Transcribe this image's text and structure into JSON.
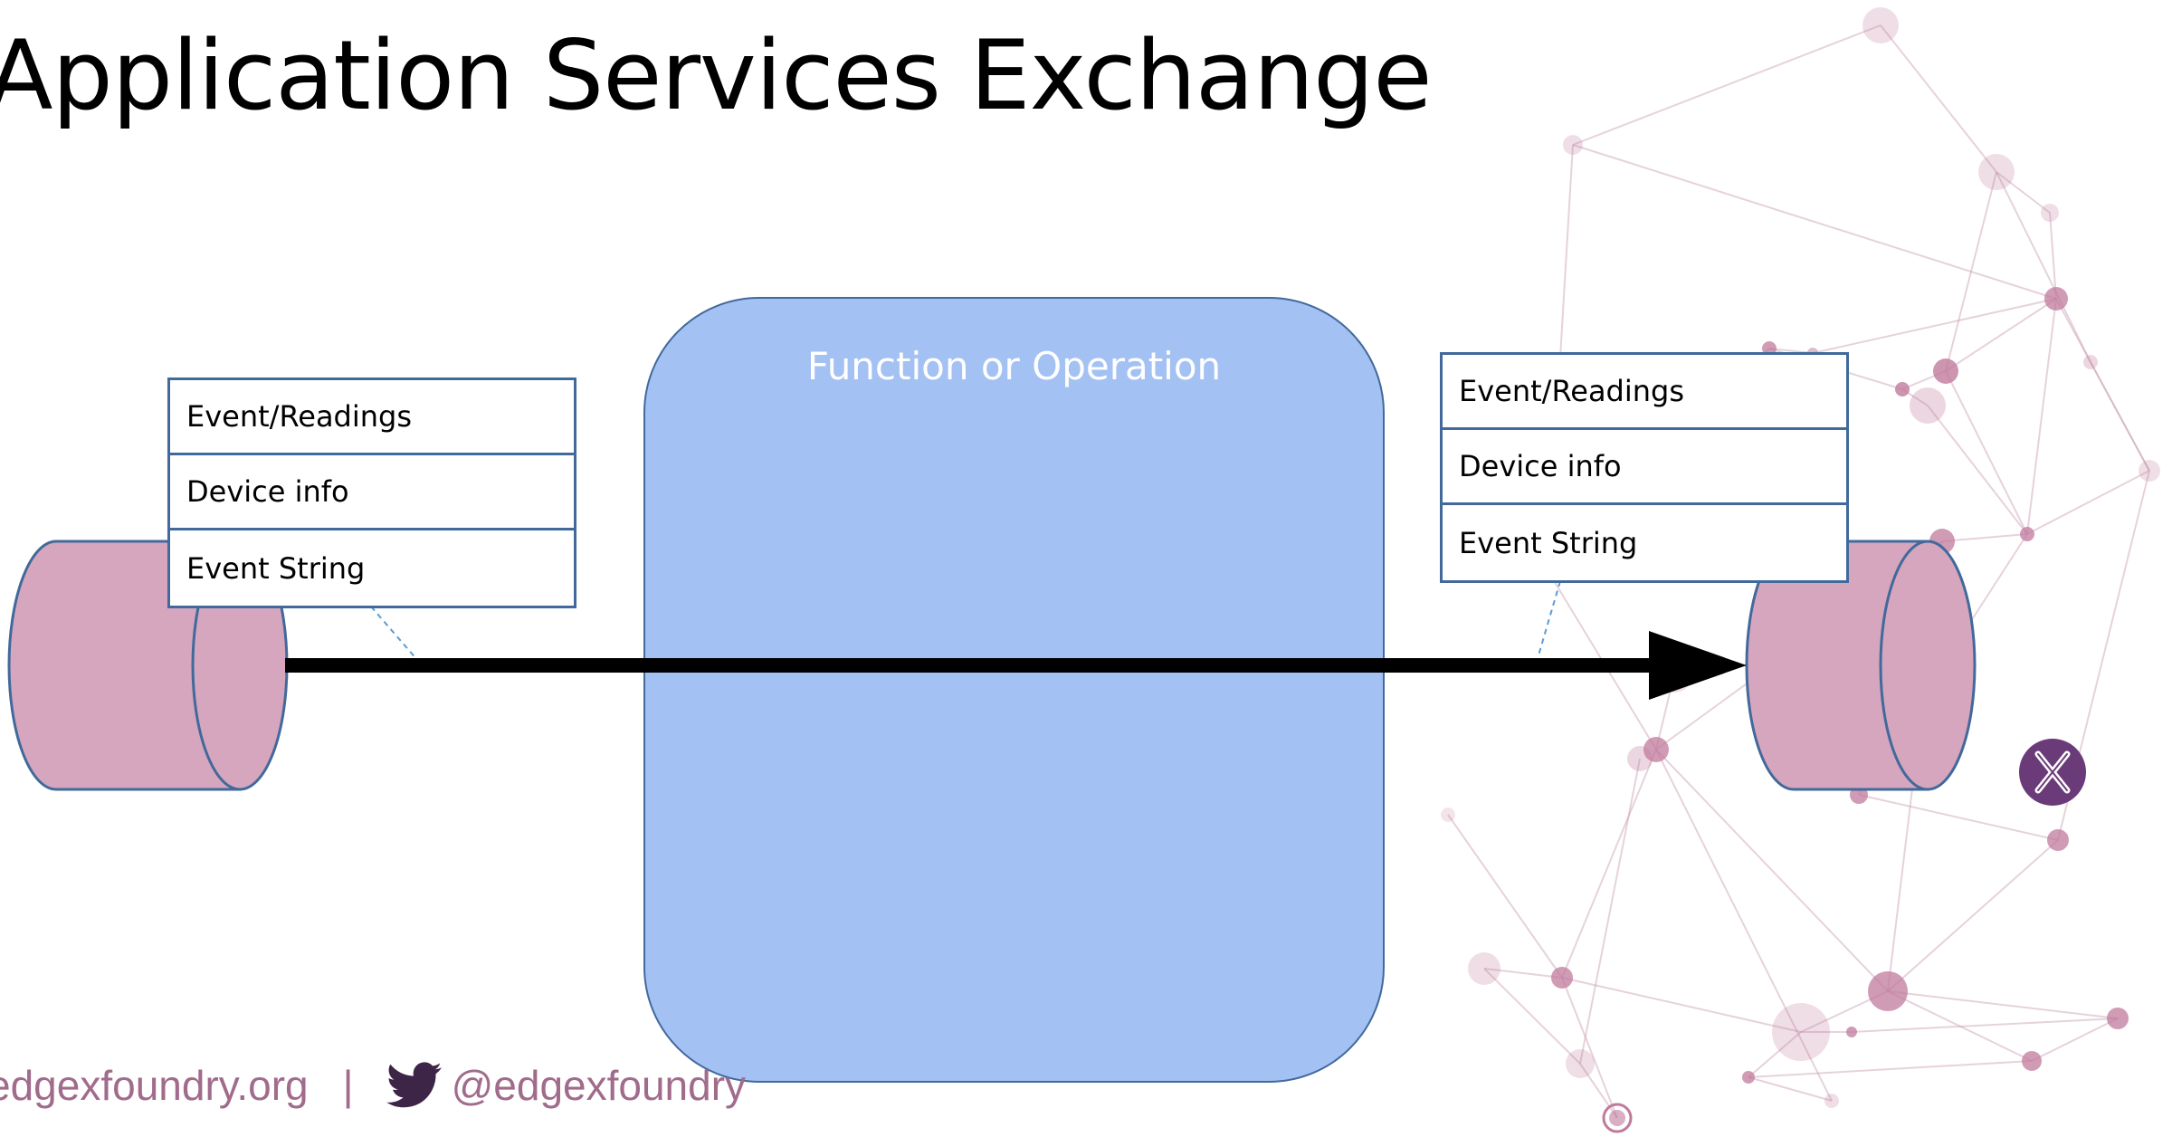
{
  "title": "Application Services Exchange",
  "function_box": {
    "label": "Function or Operation"
  },
  "left_message": {
    "fields": [
      "Event/Readings",
      "Device info",
      "Event String"
    ]
  },
  "right_message": {
    "fields": [
      "Event/Readings",
      "Device info",
      "Event String"
    ]
  },
  "footer": {
    "website": "edgexfoundry.org",
    "separator": "|",
    "twitter_handle": "@edgexfoundry"
  },
  "icons": {
    "source_queue": "cylinder-icon",
    "destination_queue": "cylinder-icon",
    "twitter": "twitter-bird-icon",
    "badge": "edgex-x-logo-icon"
  },
  "colors": {
    "function_fill": "#a4c1f3",
    "outline": "#41699b",
    "queue_fill": "#d5a6bd",
    "brand": "#a16b8b",
    "badge": "#6b3a78"
  }
}
